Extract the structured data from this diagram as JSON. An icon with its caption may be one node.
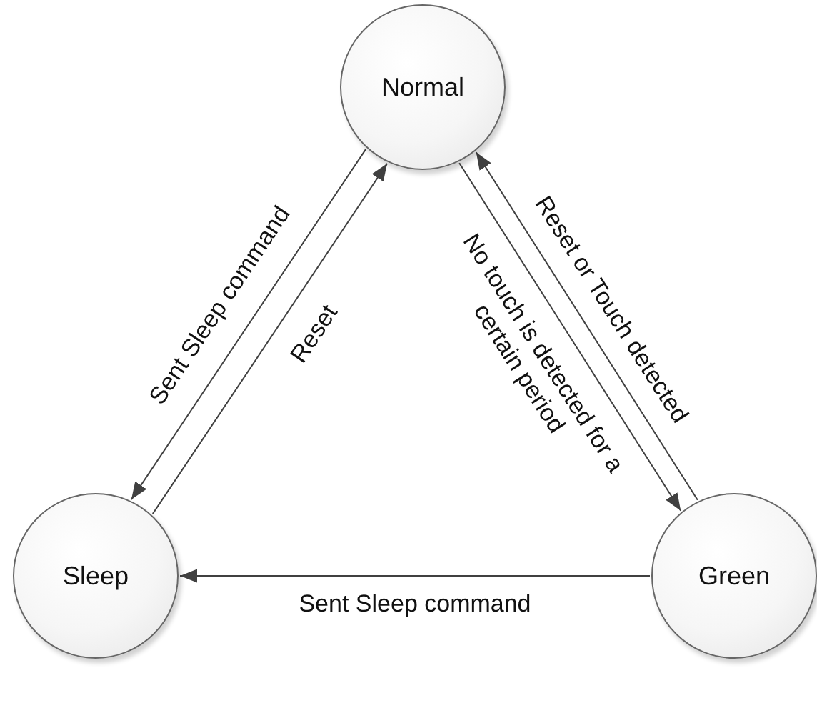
{
  "diagram": {
    "nodes": [
      {
        "text": [
          "Normal"
        ]
      },
      {
        "text": [
          "Sleep"
        ]
      },
      {
        "text": [
          "Green"
        ]
      }
    ],
    "edges": [
      {
        "from": 0,
        "to": 1,
        "arrow": "to",
        "label": "Sent Sleep command"
      },
      {
        "from": 1,
        "to": 0,
        "arrow": "to",
        "label": "Reset"
      },
      {
        "from": 0,
        "to": 2,
        "arrow": "to",
        "label": "No touch is detected for a certain period"
      },
      {
        "from": 2,
        "to": 0,
        "arrow": "to",
        "label": "Reset or Touch detected"
      },
      {
        "from": 2,
        "to": 1,
        "arrow": "to",
        "label": "Sent Sleep command"
      }
    ]
  }
}
